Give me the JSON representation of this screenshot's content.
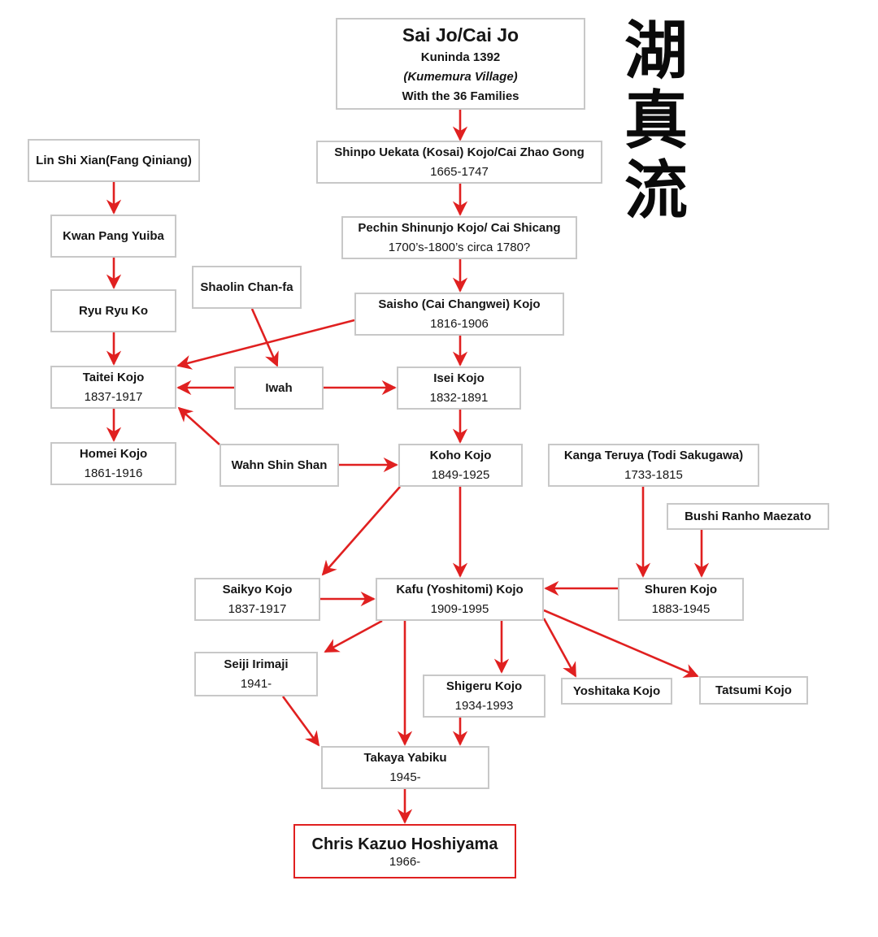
{
  "diagram": {
    "title_kanji": [
      "湖",
      "真",
      "流"
    ],
    "arrow_color": "#e02020",
    "box_border_color": "#c8c8c8",
    "nodes": [
      {
        "id": "sai-jo",
        "title": "Sai Jo/Cai Jo",
        "lines": [
          "Kuninda 1392",
          "(Kumemura Village)",
          "With the 36 Families"
        ],
        "italic_line": 1,
        "style": "root"
      },
      {
        "id": "shinpo-uekata",
        "title": "Shinpo Uekata (Kosai) Kojo/Cai Zhao Gong",
        "lines": [
          "1665-1747"
        ]
      },
      {
        "id": "pechin-shinunjo",
        "title": "Pechin Shinunjo Kojo/ Cai Shicang",
        "lines": [
          "1700’s-1800’s circa 1780?"
        ]
      },
      {
        "id": "saisho",
        "title": "Saisho (Cai Changwei) Kojo",
        "lines": [
          "1816-1906"
        ]
      },
      {
        "id": "lin-shi-xian",
        "title": "Lin Shi Xian(Fang Qiniang)",
        "lines": []
      },
      {
        "id": "kwan-pang-yuiba",
        "title": "Kwan Pang Yuiba",
        "lines": []
      },
      {
        "id": "ryu-ryu-ko",
        "title": "Ryu Ryu Ko",
        "lines": []
      },
      {
        "id": "shaolin-chan-fa",
        "title": "Shaolin Chan-fa",
        "lines": []
      },
      {
        "id": "taitei-kojo",
        "title": "Taitei Kojo",
        "lines": [
          "1837-1917"
        ]
      },
      {
        "id": "iwah",
        "title": "Iwah",
        "lines": []
      },
      {
        "id": "isei-kojo",
        "title": "Isei Kojo",
        "lines": [
          "1832-1891"
        ]
      },
      {
        "id": "homei-kojo",
        "title": "Homei Kojo",
        "lines": [
          "1861-1916"
        ]
      },
      {
        "id": "wahn-shin-shan",
        "title": "Wahn Shin Shan",
        "lines": []
      },
      {
        "id": "koho-kojo",
        "title": "Koho Kojo",
        "lines": [
          "1849-1925"
        ]
      },
      {
        "id": "kanga-teruya",
        "title": "Kanga Teruya (Todi Sakugawa)",
        "lines": [
          "1733-1815"
        ]
      },
      {
        "id": "bushi-ranho-maezato",
        "title": "Bushi Ranho Maezato",
        "lines": []
      },
      {
        "id": "saikyo-kojo",
        "title": "Saikyo Kojo",
        "lines": [
          "1837-1917"
        ]
      },
      {
        "id": "kafu-kojo",
        "title": "Kafu (Yoshitomi) Kojo",
        "lines": [
          "1909-1995"
        ]
      },
      {
        "id": "shuren-kojo",
        "title": "Shuren Kojo",
        "lines": [
          "1883-1945"
        ]
      },
      {
        "id": "seiji-irimaji",
        "title": "Seiji Irimaji",
        "lines": [
          "1941-"
        ]
      },
      {
        "id": "shigeru-kojo",
        "title": "Shigeru Kojo",
        "lines": [
          "1934-1993"
        ]
      },
      {
        "id": "yoshitaka-kojo",
        "title": "Yoshitaka Kojo",
        "lines": []
      },
      {
        "id": "tatsumi-kojo",
        "title": "Tatsumi Kojo",
        "lines": []
      },
      {
        "id": "takaya-yabiku",
        "title": "Takaya Yabiku",
        "lines": [
          "1945-"
        ]
      },
      {
        "id": "chris-hoshiyama",
        "title": "Chris Kazuo Hoshiyama",
        "lines": [
          "1966-"
        ],
        "style": "final"
      }
    ],
    "edges": [
      {
        "from": "sai-jo",
        "to": "shinpo-uekata"
      },
      {
        "from": "shinpo-uekata",
        "to": "pechin-shinunjo"
      },
      {
        "from": "pechin-shinunjo",
        "to": "saisho"
      },
      {
        "from": "lin-shi-xian",
        "to": "kwan-pang-yuiba"
      },
      {
        "from": "kwan-pang-yuiba",
        "to": "ryu-ryu-ko"
      },
      {
        "from": "ryu-ryu-ko",
        "to": "taitei-kojo"
      },
      {
        "from": "saisho",
        "to": "taitei-kojo"
      },
      {
        "from": "saisho",
        "to": "isei-kojo"
      },
      {
        "from": "shaolin-chan-fa",
        "to": "iwah"
      },
      {
        "from": "iwah",
        "to": "taitei-kojo"
      },
      {
        "from": "iwah",
        "to": "isei-kojo"
      },
      {
        "from": "taitei-kojo",
        "to": "homei-kojo"
      },
      {
        "from": "wahn-shin-shan",
        "to": "taitei-kojo"
      },
      {
        "from": "wahn-shin-shan",
        "to": "koho-kojo"
      },
      {
        "from": "isei-kojo",
        "to": "koho-kojo"
      },
      {
        "from": "koho-kojo",
        "to": "saikyo-kojo"
      },
      {
        "from": "koho-kojo",
        "to": "kafu-kojo"
      },
      {
        "from": "kanga-teruya",
        "to": "shuren-kojo"
      },
      {
        "from": "bushi-ranho-maezato",
        "to": "shuren-kojo"
      },
      {
        "from": "saikyo-kojo",
        "to": "kafu-kojo"
      },
      {
        "from": "shuren-kojo",
        "to": "kafu-kojo"
      },
      {
        "from": "kafu-kojo",
        "to": "seiji-irimaji"
      },
      {
        "from": "kafu-kojo",
        "to": "takaya-yabiku"
      },
      {
        "from": "kafu-kojo",
        "to": "shigeru-kojo"
      },
      {
        "from": "kafu-kojo",
        "to": "yoshitaka-kojo"
      },
      {
        "from": "kafu-kojo",
        "to": "tatsumi-kojo"
      },
      {
        "from": "seiji-irimaji",
        "to": "takaya-yabiku"
      },
      {
        "from": "shigeru-kojo",
        "to": "takaya-yabiku"
      },
      {
        "from": "takaya-yabiku",
        "to": "chris-hoshiyama"
      }
    ]
  }
}
